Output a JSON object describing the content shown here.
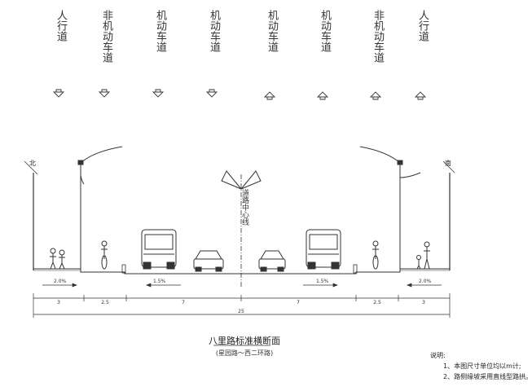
{
  "lanes": [
    {
      "label": "人行道",
      "arrow": "down"
    },
    {
      "label": "非机动车道",
      "arrow": "down"
    },
    {
      "label": "机动车道",
      "arrow": "down"
    },
    {
      "label": "机动车道",
      "arrow": "down"
    },
    {
      "label": "机动车道",
      "arrow": "up"
    },
    {
      "label": "机动车道",
      "arrow": "up"
    },
    {
      "label": "非机动车道",
      "arrow": "up"
    },
    {
      "label": "人行道",
      "arrow": "up"
    }
  ],
  "direction": {
    "left": "北",
    "right": "南"
  },
  "centerline_label": "道路中心线",
  "slopes": [
    "2.0%",
    "1.5%",
    "1.5%",
    "2.0%"
  ],
  "widths": [
    "3",
    "2.5",
    "7",
    "7",
    "2.5",
    "3"
  ],
  "total_width": "25",
  "caption": {
    "title": "八里路标准横断面",
    "subtitle": "(星园路～西二环路)"
  },
  "notes": {
    "heading": "说明:",
    "items": [
      "1、本图尺寸单位均以m计;",
      "2、路侧缘坡采用直线型路拱。"
    ]
  },
  "colors": {
    "line": "#333333"
  }
}
